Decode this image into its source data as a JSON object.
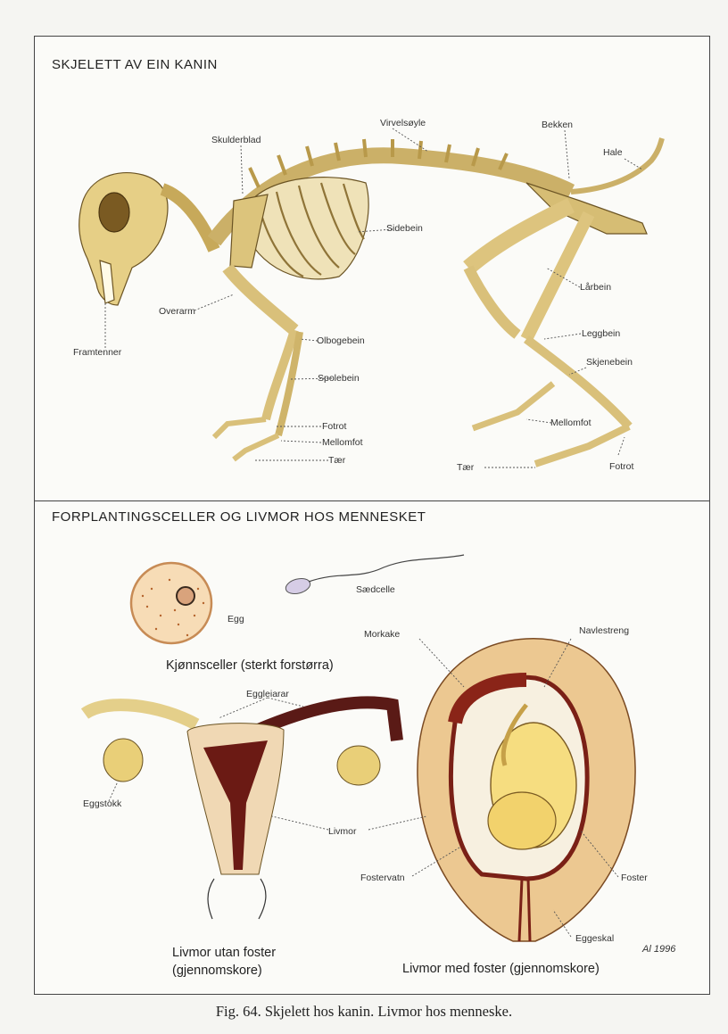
{
  "top_panel": {
    "title": "SKJELETT AV EIN KANIN",
    "labels": {
      "virvelsoyle": "Virvelsøyle",
      "bekken": "Bekken",
      "hale": "Hale",
      "skulderblad": "Skulderblad",
      "sidebein": "Sidebein",
      "overarm": "Overarm",
      "framtenner": "Framtenner",
      "albogebein": "Olbogebein",
      "spolebein": "Spolebein",
      "fotrot_front": "Fotrot",
      "mellomfot_front": "Mellomfot",
      "taer_front": "Tær",
      "larbein": "Lårbein",
      "leggbein": "Leggbein",
      "skjenebein": "Skjenebein",
      "mellomfot_back": "Mellomfot",
      "taer_back": "Tær",
      "fotrot_back": "Fotrot"
    }
  },
  "bottom_panel": {
    "title": "FORPLANTINGSCELLER OG LIVMOR HOS MENNESKET",
    "labels": {
      "egg": "Egg",
      "saedcelle": "Sædcelle",
      "kjonnsceller": "Kjønnsceller (sterkt forstørra)",
      "morkake": "Morkake",
      "navlestreng": "Navlestreng",
      "eggleiarar": "Eggleiarar",
      "eggstokk": "Eggstokk",
      "livmor": "Livmor",
      "fostervatn": "Fostervatn",
      "foster": "Foster",
      "eggeskal": "Eggeskal",
      "livmor_utan_1": "Livmor utan foster",
      "livmor_utan_2": "(gjennomskore)",
      "livmor_med": "Livmor med foster (gjennomskore)",
      "signature": "Al 1996"
    }
  },
  "caption": "Fig. 64. Skjelett hos kanin. Livmor hos menneske.",
  "colors": {
    "bone": "#e8d79a",
    "bone_shade": "#b89a4a",
    "tissue": "#eecf98",
    "dark_red": "#6e1a14",
    "red": "#a83a24",
    "fetus": "#f6dd80",
    "sperm": "#cfc6e0"
  }
}
